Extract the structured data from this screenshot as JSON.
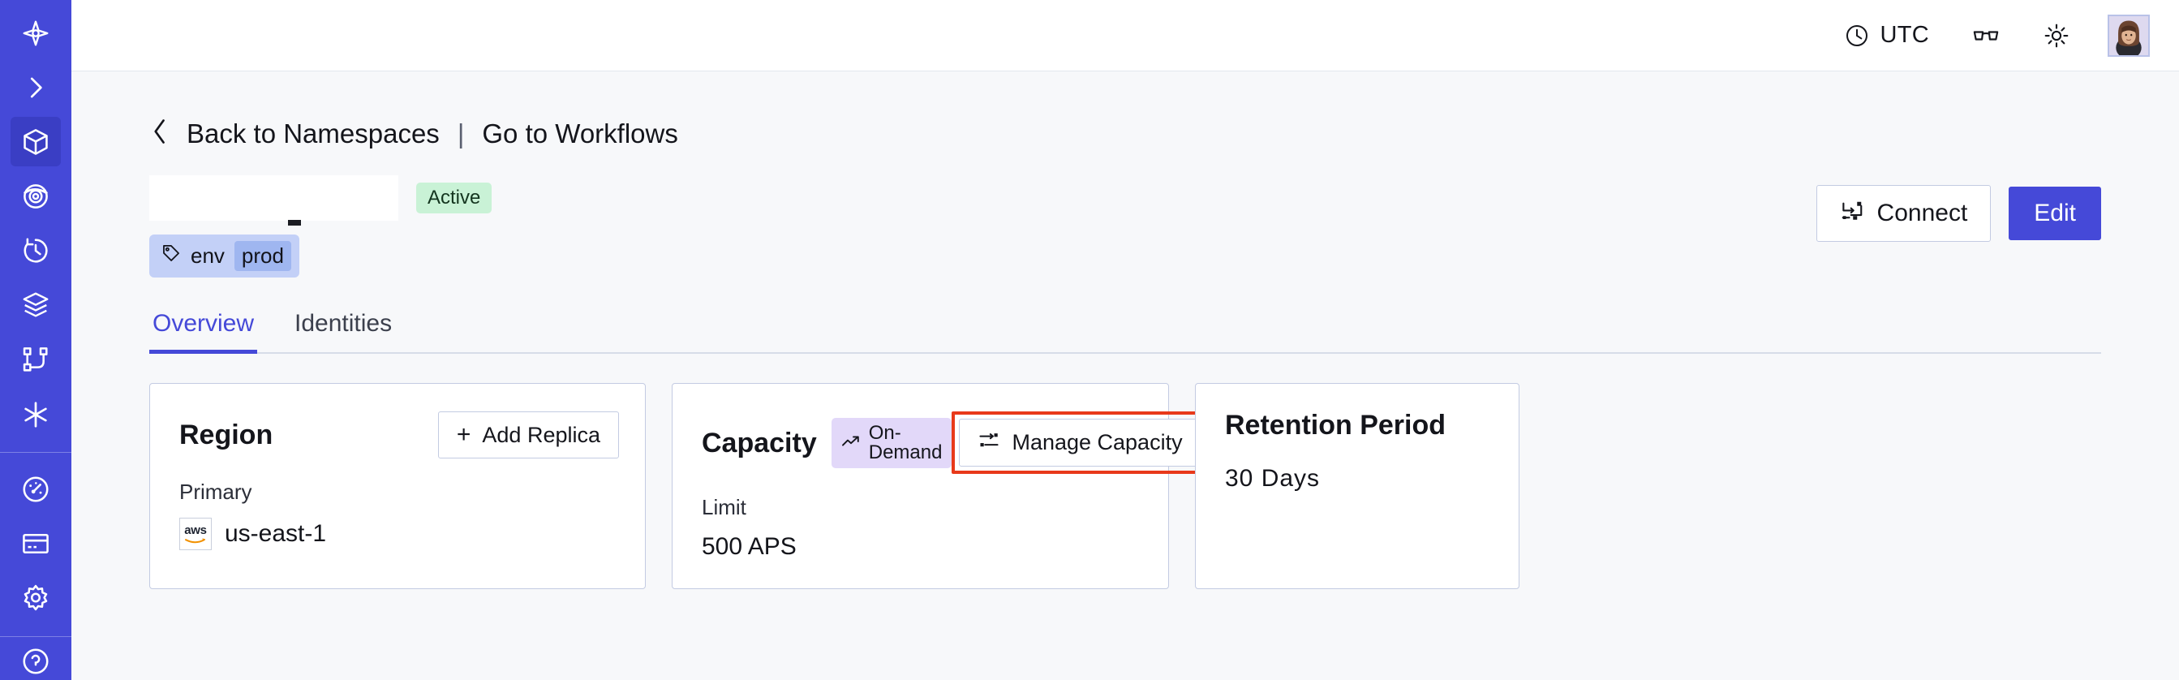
{
  "sidebar": {
    "items": [
      {
        "name": "logo-icon",
        "label": "Temporal"
      },
      {
        "name": "expand-icon",
        "label": "Expand navigation"
      },
      {
        "name": "cube-icon",
        "label": "Namespaces",
        "active": true
      },
      {
        "name": "eye-icon",
        "label": "Observability"
      },
      {
        "name": "history-icon",
        "label": "Schedules"
      },
      {
        "name": "layers-icon",
        "label": "Batch Operations"
      },
      {
        "name": "workflow-icon",
        "label": "Workflows"
      },
      {
        "name": "asterisk-icon",
        "label": "Nexus"
      },
      {
        "name": "gauge-icon",
        "label": "Usage"
      },
      {
        "name": "credit-card-icon",
        "label": "Billing"
      },
      {
        "name": "gear-icon",
        "label": "Settings"
      }
    ]
  },
  "topbar": {
    "timezone": "UTC",
    "clock_icon": "clock-icon",
    "glasses_icon": "glasses-icon",
    "theme_icon": "sun-icon",
    "avatar_icon": "user-avatar"
  },
  "breadcrumb": {
    "back_icon": "chevron-left-icon",
    "back_label": "Back to Namespaces",
    "separator": "|",
    "forward_label": "Go to Workflows"
  },
  "header": {
    "namespace_title": "",
    "status": "Active",
    "connect_label": "Connect",
    "connect_icon": "connect-icon",
    "edit_label": "Edit",
    "tag": {
      "icon": "tag-icon",
      "key": "env",
      "value": "prod"
    }
  },
  "tabs": [
    {
      "label": "Overview",
      "active": true
    },
    {
      "label": "Identities",
      "active": false
    }
  ],
  "cards": {
    "region": {
      "title": "Region",
      "action_label": "Add Replica",
      "action_icon": "plus-icon",
      "plus": "+",
      "sublabel": "Primary",
      "provider_icon": "aws-logo",
      "provider_text": "aws",
      "value": "us-east-1"
    },
    "capacity": {
      "title": "Capacity",
      "badge_label": "On-Demand",
      "badge_icon": "trending-up-icon",
      "action_label": "Manage Capacity",
      "action_icon": "sliders-icon",
      "highlighted": true,
      "sublabel": "Limit",
      "value": "500 APS"
    },
    "retention": {
      "title": "Retention Period",
      "value": "30 Days"
    }
  },
  "colors": {
    "brand_indigo": "#4549d8",
    "page_background": "#f7f8fa",
    "status_green": "#c9f2d6",
    "badge_lavender": "#e2d8f9",
    "tag_blue": "#c3d0f7",
    "highlight_red": "#e8391a"
  }
}
